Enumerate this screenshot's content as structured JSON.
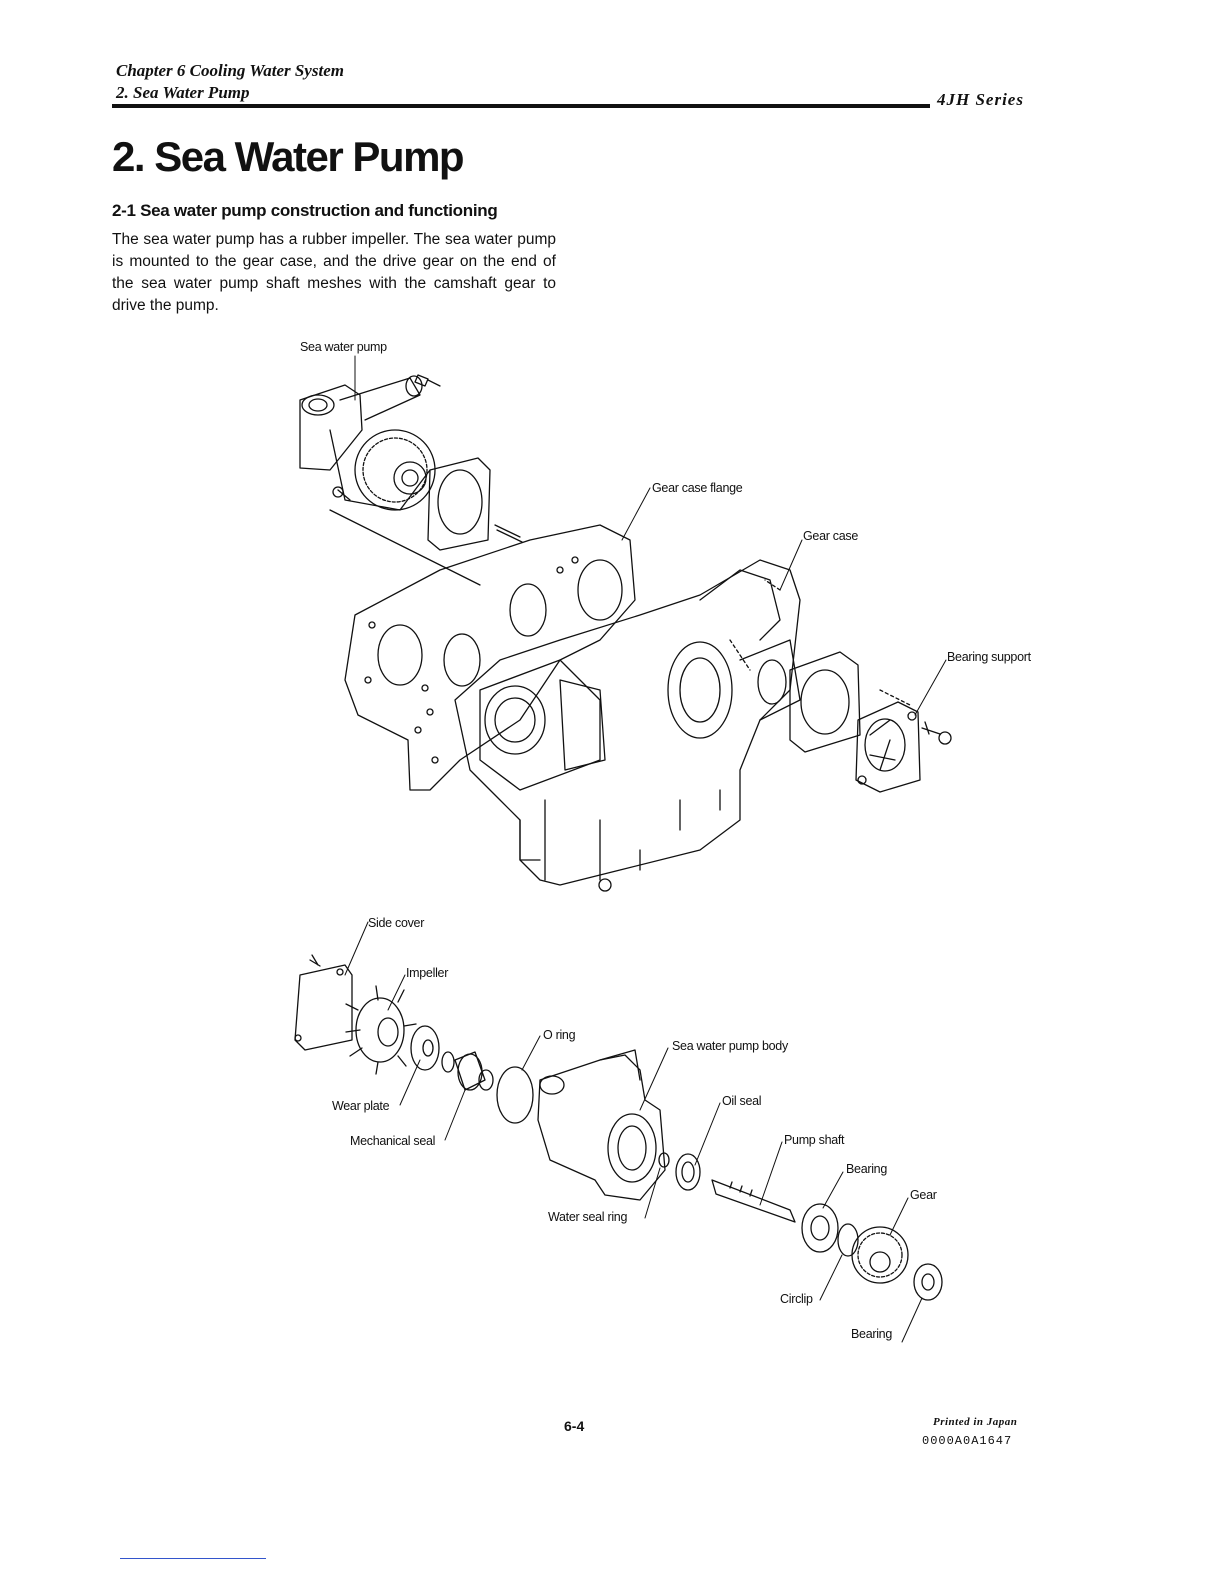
{
  "header": {
    "chapter": "Chapter 6 Cooling Water System",
    "section": "2. Sea Water Pump",
    "series": "4JH Series"
  },
  "title": "2. Sea Water Pump",
  "subsection": {
    "title": "2-1 Sea water pump construction and functioning",
    "body": "The sea water pump has a rubber impeller. The sea water pump is mounted to the gear case, and the drive gear on the end of the sea water pump shaft meshes with the camshaft gear to drive the pump."
  },
  "figure": {
    "labels": {
      "sea_water_pump": "Sea water pump",
      "gear_case_flange": "Gear case flange",
      "gear_case": "Gear case",
      "bearing_support": "Bearing support",
      "side_cover": "Side cover",
      "impeller": "Impeller",
      "o_ring": "O ring",
      "sea_water_pump_body": "Sea water pump body",
      "wear_plate": "Wear plate",
      "mechanical_seal": "Mechanical seal",
      "oil_seal": "Oil seal",
      "pump_shaft": "Pump shaft",
      "bearing_1": "Bearing",
      "gear": "Gear",
      "water_seal_ring": "Water seal ring",
      "circlip": "Circlip",
      "bearing_2": "Bearing"
    }
  },
  "footer": {
    "page_number": "6-4",
    "printed": "Printed in Japan",
    "code": "0000A0A1647"
  }
}
